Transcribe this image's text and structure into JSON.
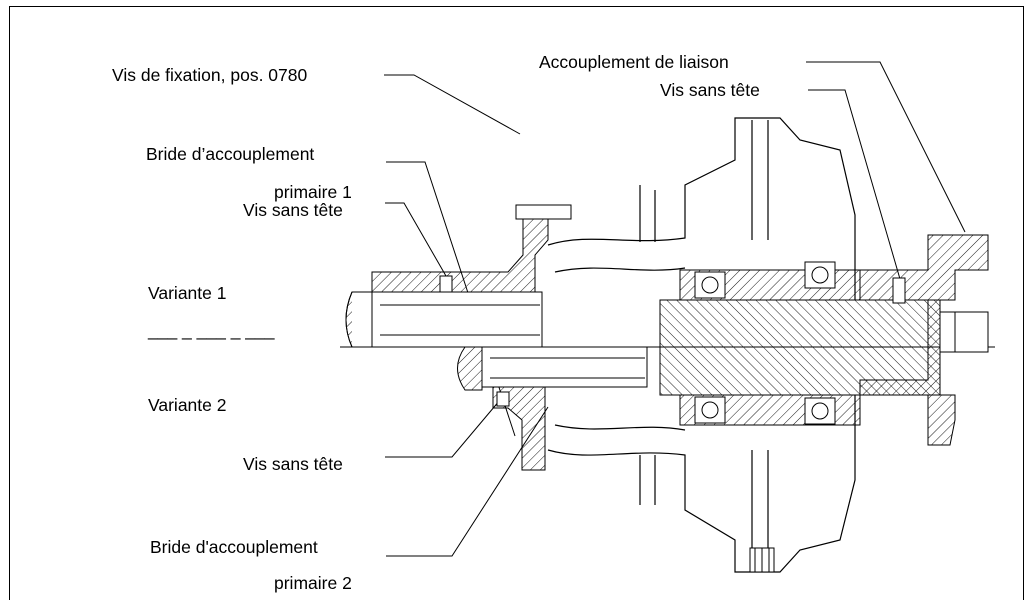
{
  "labels": {
    "vis_fixation": "Vis de fixation, pos. 0780",
    "accouplement_liaison": "Accouplement de liaison",
    "vis_sans_tete_right": "Vis sans tête",
    "bride_1_line1": "Bride d’accouplement",
    "bride_1_line2": "primaire 1",
    "vis_sans_tete_top": "Vis sans tête",
    "variante_1": "Variante 1",
    "axis_marker": "___ _ ___ _ ___",
    "variante_2": "Variante 2",
    "vis_sans_tete_bottom": "Vis sans tête",
    "bride_2_line1": "Bride d'accouplement",
    "bride_2_line2": "primaire 2"
  },
  "colors": {
    "line": "#000000",
    "background": "#ffffff"
  }
}
